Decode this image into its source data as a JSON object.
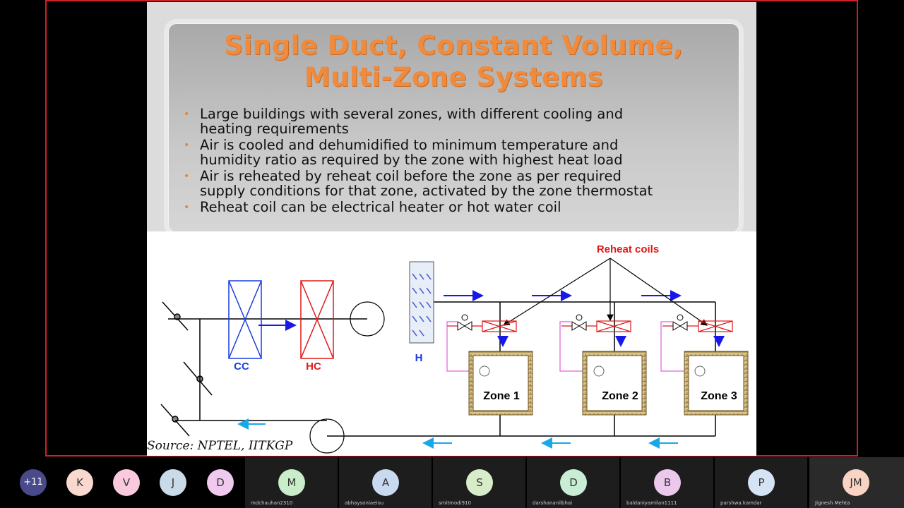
{
  "slide": {
    "title_line1": "Single Duct, Constant Volume,",
    "title_line2": "Multi-Zone Systems",
    "bullets": [
      {
        "line1": "Large buildings with several zones, with different cooling and",
        "line2": "heating requirements"
      },
      {
        "line1": "Air is cooled and dehumidified to minimum temperature and",
        "line2": "humidity ratio as required by the zone with highest heat load"
      },
      {
        "line1": "Air is reheated by reheat coil before the zone as per required",
        "line2": "supply conditions for that zone, activated by the zone thermostat"
      },
      {
        "line1": "Reheat coil can be electrical heater or hot water coil",
        "line2": ""
      }
    ],
    "bullet_glyph": "•"
  },
  "diagram": {
    "reheat_label": "Reheat coils",
    "cc_label": "CC",
    "hc_label": "HC",
    "h_label": "H",
    "zones": [
      "Zone 1",
      "Zone 2",
      "Zone 3"
    ],
    "source": "Source: NPTEL, IITKGP",
    "colors": {
      "reheat": "#e01818",
      "cc": "#1a3ce0",
      "hc": "#e01818",
      "arrow_blue": "#1818e8",
      "return_arrow": "#18a8e8",
      "thermostat_line": "#e060e0",
      "zone_border": "#b99a54"
    }
  },
  "participants": {
    "more_count": "+11",
    "tiles": [
      {
        "initial": "K",
        "name": "",
        "color": "#f9d9cf"
      },
      {
        "initial": "V",
        "name": "",
        "color": "#f9c9dd"
      },
      {
        "initial": "J",
        "name": "",
        "color": "#c9dbe9"
      },
      {
        "initial": "D",
        "name": "",
        "color": "#f0c9ef"
      },
      {
        "initial": "M",
        "name": "mdchauhan2310",
        "color": "#c9ecc9"
      },
      {
        "initial": "A",
        "name": "abhaysoniaeiou",
        "color": "#c9d9f0"
      },
      {
        "initial": "S",
        "name": "smitmodi910",
        "color": "#d9ecc9"
      },
      {
        "initial": "D",
        "name": "darshananilbhai",
        "color": "#c9ecd4"
      },
      {
        "initial": "B",
        "name": "baldaniyamilan1111",
        "color": "#ecc9ec"
      },
      {
        "initial": "P",
        "name": "parshwa.kamdar",
        "color": "#d4e4f5"
      },
      {
        "initial": "JM",
        "name": "Jignesh Mehta",
        "color": "#f9d4c4"
      }
    ]
  }
}
